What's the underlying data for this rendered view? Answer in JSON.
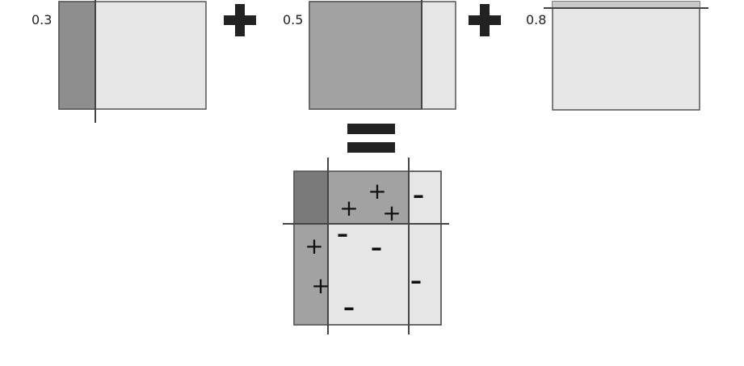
{
  "weights": {
    "learner_1": "0.3",
    "learner_2": "0.5",
    "learner_3": "0.8"
  },
  "operators": {
    "plus": "+",
    "equals": "="
  },
  "result_markers": {
    "plus": "+",
    "minus": "–"
  },
  "colors": {
    "dark_region": "#8e8e8e",
    "darker_region": "#7a7a7a",
    "light_region": "#e6e6e6",
    "border": "#555555",
    "line": "#444444",
    "operator": "#222222"
  }
}
